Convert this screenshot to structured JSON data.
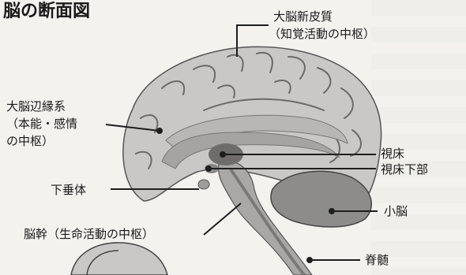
{
  "title": "脳の断面図",
  "labels": {
    "cortex_line1": "大脳新皮質",
    "cortex_line2": "（知覚活動の中枢）",
    "limbic_line1": "大脳辺縁系",
    "limbic_line2": "（本能・感情",
    "limbic_line3": "の中枢）",
    "thalamus": "視床",
    "hypothalamus": "視床下部",
    "pituitary": "下垂体",
    "cerebellum": "小脳",
    "brainstem": "脳幹（生命活動の中枢）",
    "spinal_cord": "脊髄"
  },
  "colors": {
    "cortex": "#c9c8c6",
    "inner": "#b8b7b5",
    "brainstem": "#a9a8a6",
    "cerebellum": "#8d8c8a",
    "thalamus": "#6e6d6b",
    "line": "#1e1e1e"
  }
}
